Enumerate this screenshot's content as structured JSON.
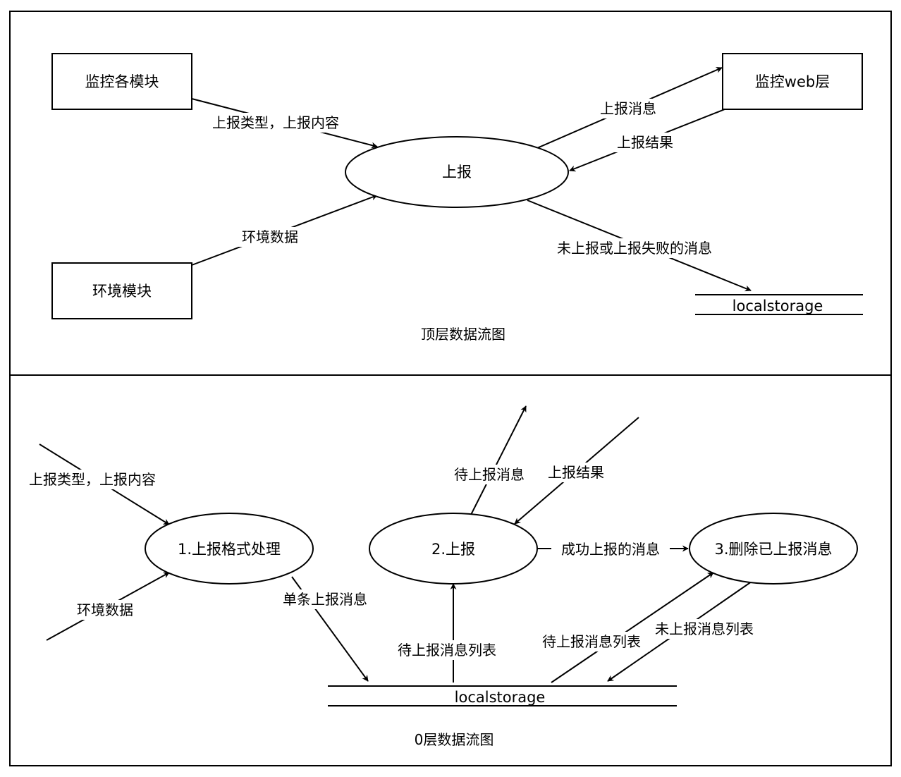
{
  "top": {
    "caption": "顶层数据流图",
    "entities": {
      "monitor_modules": "监控各模块",
      "env_module": "环境模块",
      "web_layer": "监控web层"
    },
    "process": "上报",
    "store": "localstorage",
    "flows": {
      "type_content": "上报类型，上报内容",
      "env_data": "环境数据",
      "report_msg": "上报消息",
      "report_result": "上报结果",
      "unreported": "未上报或上报失败的消息"
    }
  },
  "level0": {
    "caption": "0层数据流图",
    "processes": {
      "p1": "1.上报格式处理",
      "p2": "2.上报",
      "p3": "3.删除已上报消息"
    },
    "store": "localstorage",
    "flows": {
      "type_content": "上报类型，上报内容",
      "env_data": "环境数据",
      "single_msg": "单条上报消息",
      "pending_msg": "待上报消息",
      "report_result": "上报结果",
      "success_msg": "成功上报的消息",
      "pending_list_up": "待上报消息列表",
      "pending_list_right": "待上报消息列表",
      "unreported_list": "未上报消息列表"
    }
  }
}
